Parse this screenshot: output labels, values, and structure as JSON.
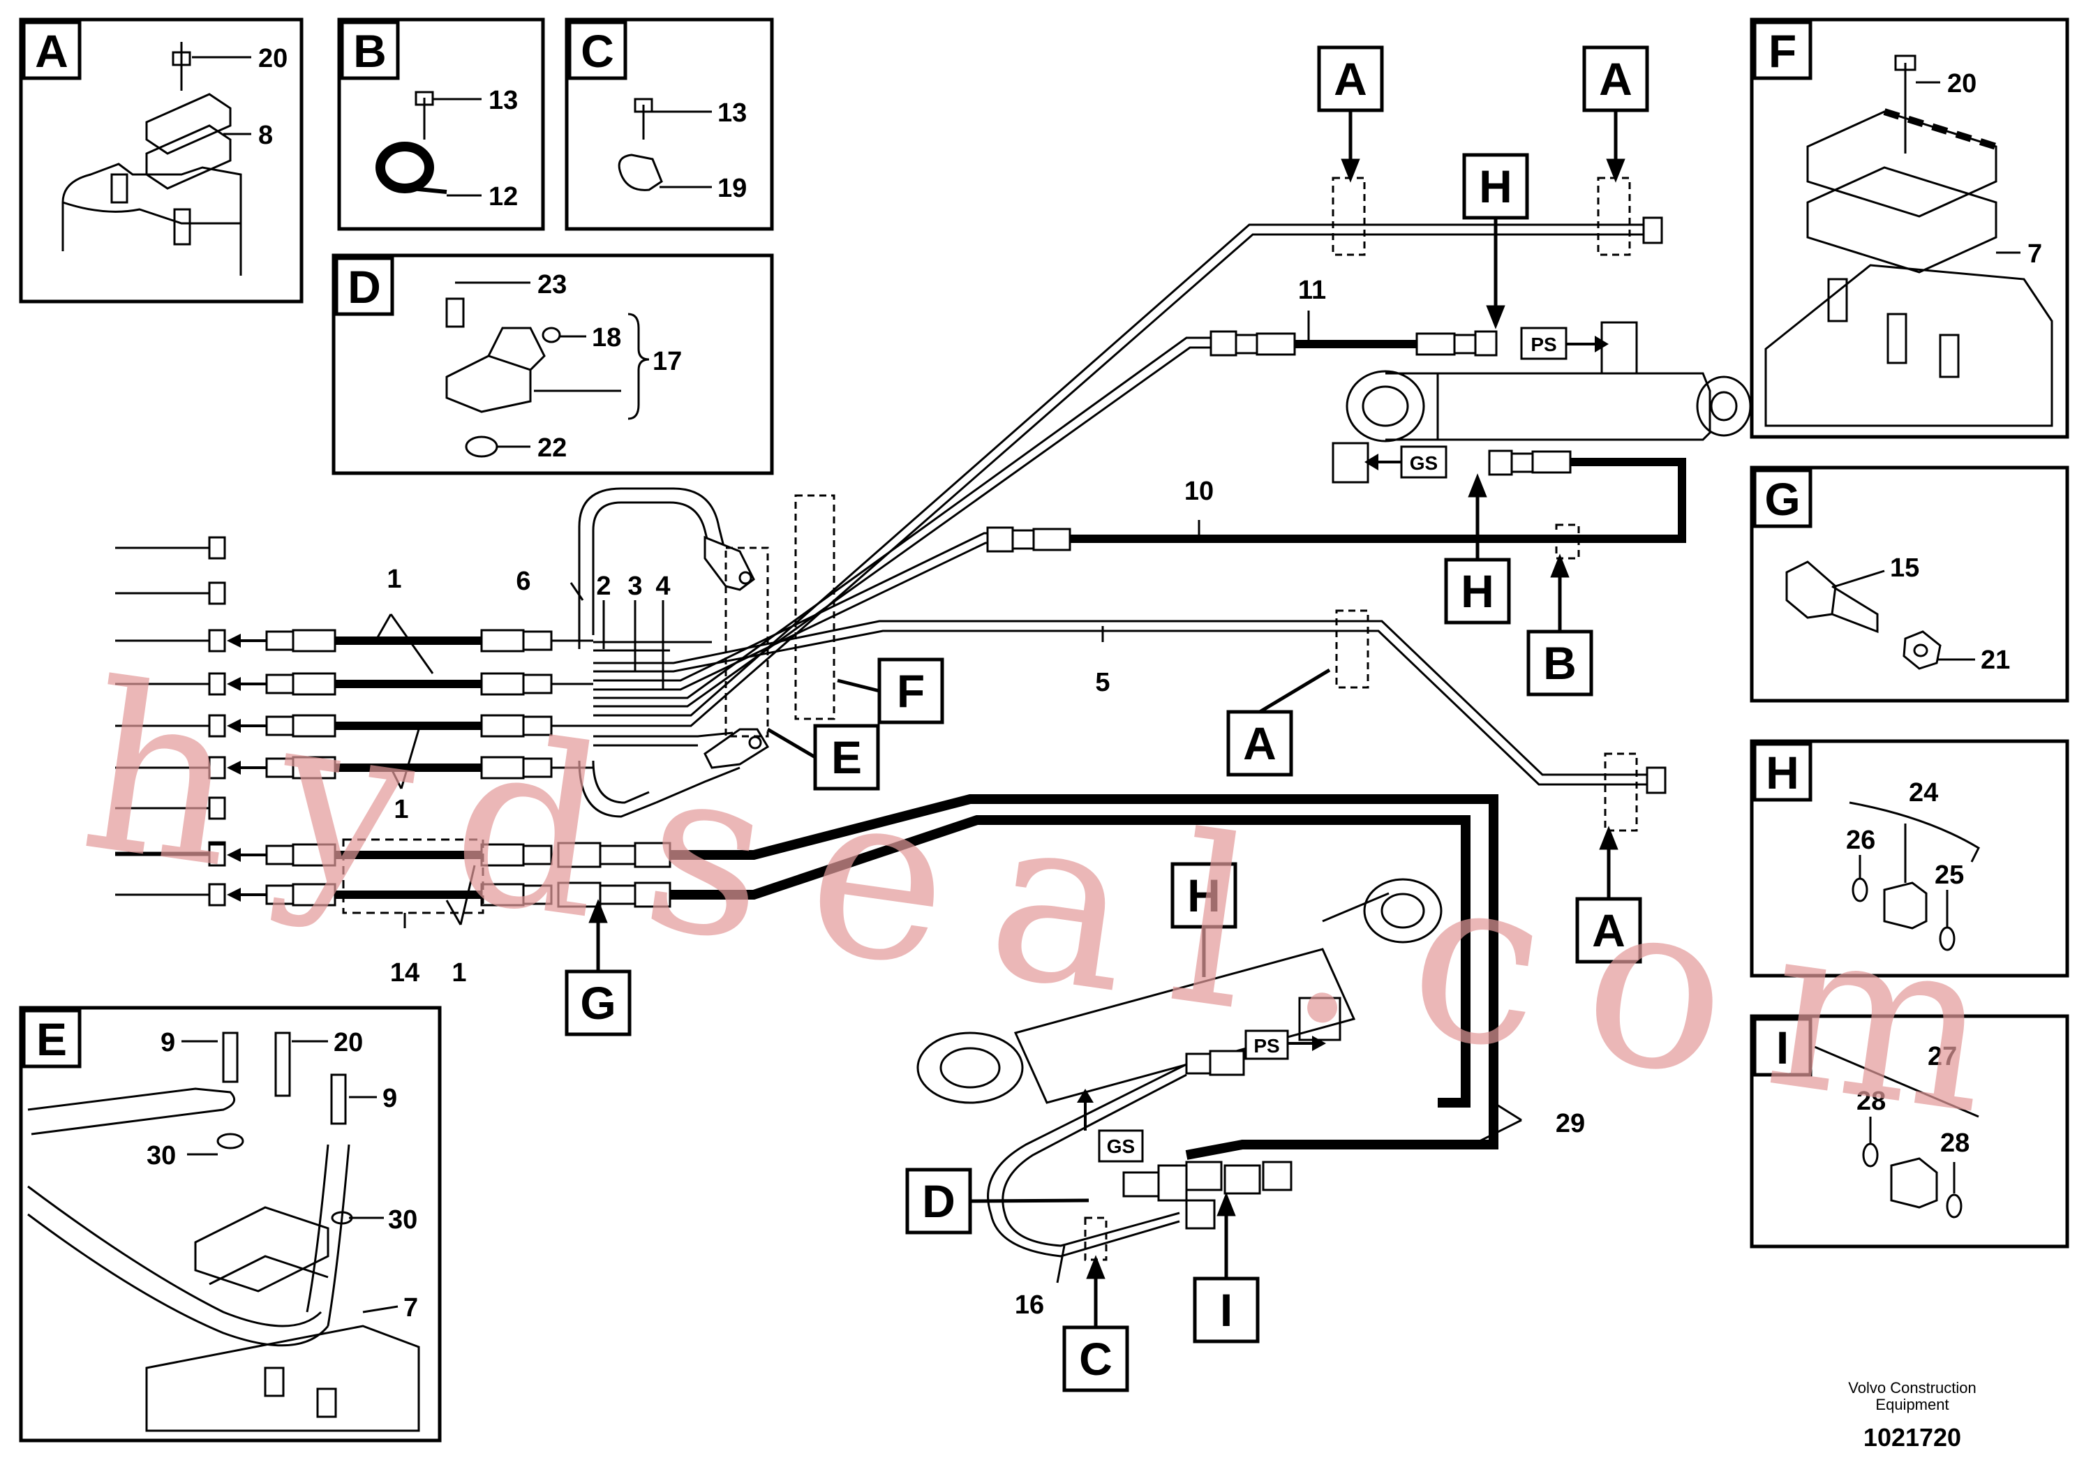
{
  "watermark": "hydseal.com",
  "credit": {
    "line1": "Volvo Construction",
    "line2": "Equipment"
  },
  "doc_number": "1021720",
  "pressure_tags": {
    "ps": "PS",
    "gs": "GS"
  },
  "detail_panels": [
    {
      "letter": "A",
      "callouts": [
        "20",
        "8"
      ]
    },
    {
      "letter": "B",
      "callouts": [
        "13",
        "12"
      ]
    },
    {
      "letter": "C",
      "callouts": [
        "13",
        "19"
      ]
    },
    {
      "letter": "D",
      "callouts": [
        "23",
        "18",
        "17",
        "22"
      ]
    },
    {
      "letter": "E",
      "callouts": [
        "9",
        "20",
        "9",
        "30",
        "30",
        "7"
      ]
    },
    {
      "letter": "F",
      "callouts": [
        "20",
        "7"
      ]
    },
    {
      "letter": "G",
      "callouts": [
        "15",
        "21"
      ]
    },
    {
      "letter": "H",
      "callouts": [
        "24",
        "26",
        "25"
      ]
    },
    {
      "letter": "I",
      "callouts": [
        "27",
        "28",
        "28"
      ]
    }
  ],
  "main_view": {
    "section_refs": [
      "A",
      "A",
      "H",
      "H",
      "B",
      "F",
      "E",
      "A",
      "A",
      "H",
      "G",
      "D",
      "I",
      "C"
    ],
    "part_labels": [
      "1",
      "1",
      "1",
      "1",
      "2",
      "3",
      "4",
      "5",
      "6",
      "10",
      "11",
      "14",
      "16",
      "29"
    ]
  }
}
